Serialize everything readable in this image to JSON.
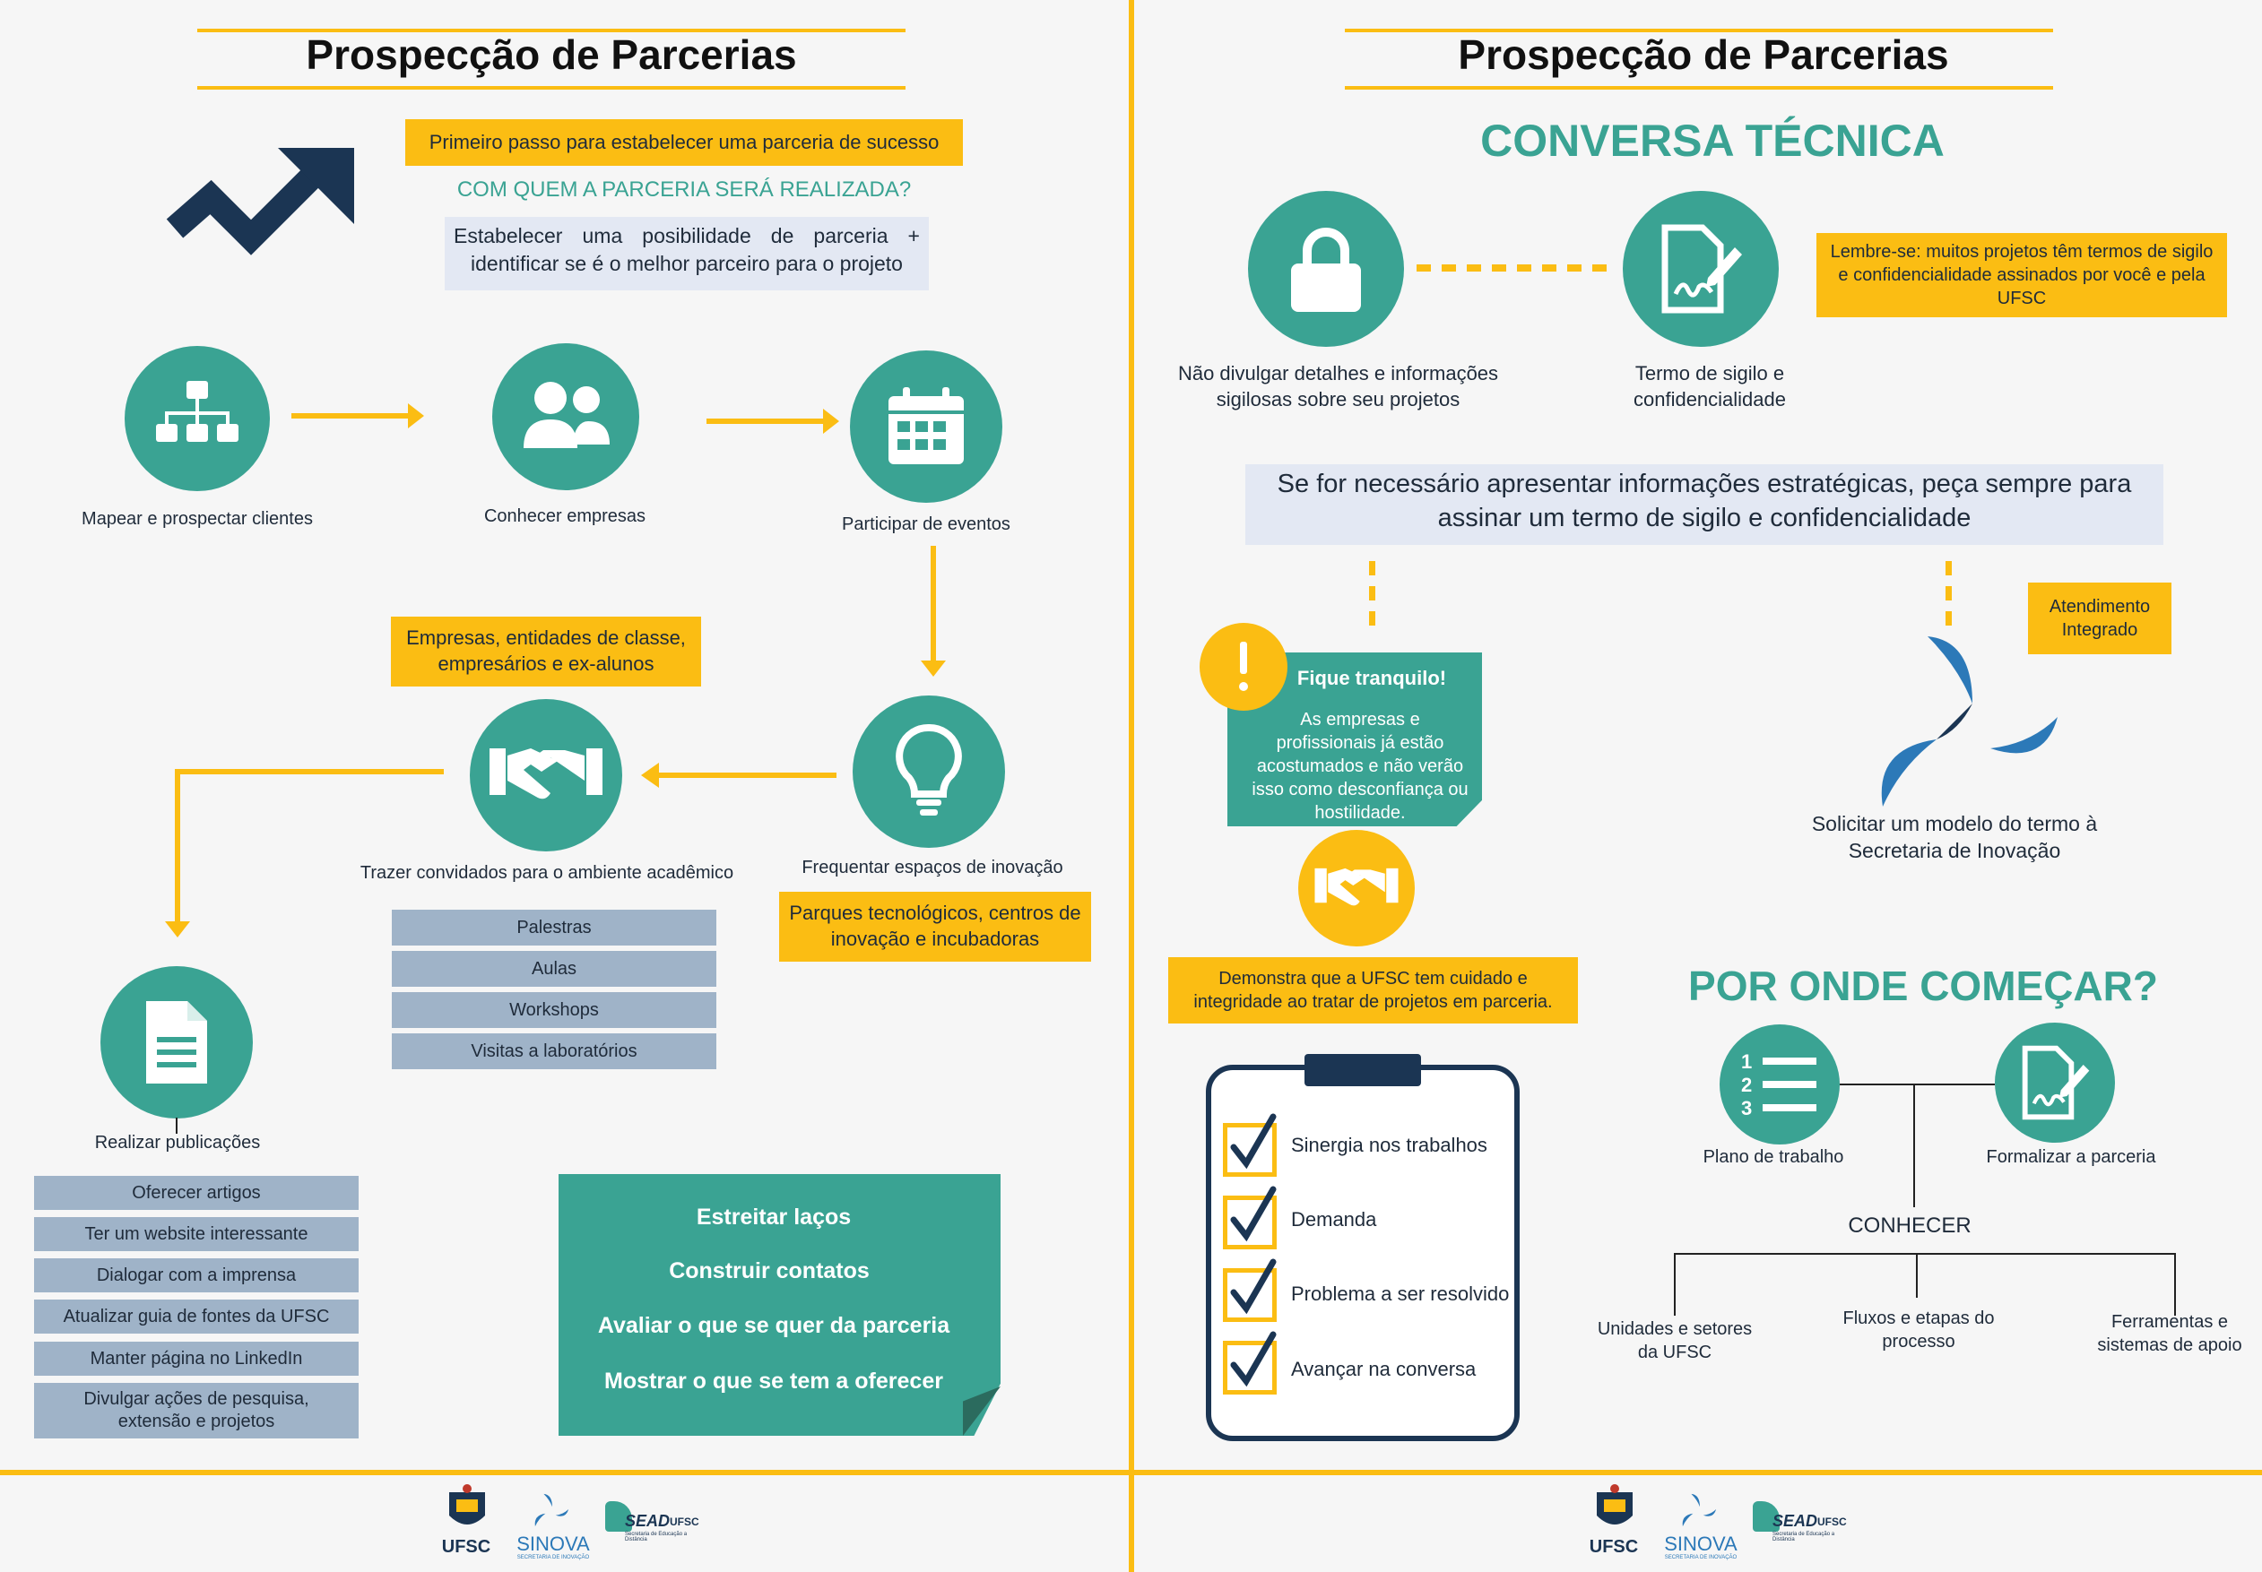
{
  "left": {
    "title": "Prospecção de Parcerias",
    "intro_banner": "Primeiro passo para estabelecer uma parceria de sucesso",
    "question": "COM QUEM A PARCERIA SERÁ REALIZADA?",
    "intro_text": "Estabelecer uma posibilidade de parceria + identificar se é o melhor parceiro para o projeto",
    "steps": {
      "map": "Mapear e prospectar clientes",
      "meet": "Conhecer empresas",
      "events": "Participar de eventos",
      "innovation": "Frequentar espaços de inovação",
      "guests": "Trazer convidados para o ambiente acadêmico",
      "publish": "Realizar publicações"
    },
    "guests_note": "Empresas, entidades de classe, empresários e ex-alunos",
    "innovation_note": "Parques tecnológicos, centros de inovação e incubadoras",
    "guest_items": [
      "Palestras",
      "Aulas",
      "Workshops",
      "Visitas a laboratórios"
    ],
    "publish_items": [
      "Oferecer artigos",
      "Ter um website interessante",
      "Dialogar com a imprensa",
      "Atualizar guia de fontes da UFSC",
      "Manter página no LinkedIn",
      "Divulgar ações de pesquisa, extensão e projetos"
    ],
    "goals": [
      "Estreitar laços",
      "Construir contatos",
      "Avaliar o que se quer da parceria",
      "Mostrar o que se tem a oferecer"
    ]
  },
  "right": {
    "title": "Prospecção de Parcerias",
    "heading": "CONVERSA TÉCNICA",
    "no_disclose": "Não divulgar detalhes e informações sigilosas sobre seu projetos",
    "nda": "Termo de sigilo e confidencialidade",
    "reminder": "Lembre-se: muitos projetos têm termos de sigilo e confidencialidade assinados por você e pela UFSC",
    "strategic": "Se for necessário apresentar informações estratégicas, peça sempre para assinar um termo de sigilo e confidencialidade",
    "calm_title": "Fique tranquilo!",
    "calm_text": "As empresas e profissionais já estão acostumados e não verão isso como desconfiança ou hostilidade.",
    "demonstrates": "Demonstra que a UFSC tem cuidado e integridade ao tratar de projetos em parceria.",
    "atendimento": "Atendimento Integrado",
    "request_model": "Solicitar um modelo do termo à Secretaria de Inovação",
    "checklist": [
      "Sinergia nos trabalhos",
      "Demanda",
      "Problema a ser resolvido",
      "Avançar na conversa"
    ],
    "start_heading": "POR ONDE COMEÇAR?",
    "plan": "Plano de trabalho",
    "formalize": "Formalizar a parceria",
    "know": "CONHECER",
    "know_items": [
      "Unidades e setores da UFSC",
      "Fluxos e etapas do processo",
      "Ferramentas e sistemas de apoio"
    ]
  },
  "footer": {
    "ufsc": "UFSC",
    "sinova": "SINOVA",
    "sinova_sub": "SECRETARIA DE INOVAÇÃO",
    "sead": "SEAD",
    "sead_ufsc": "UFSC",
    "sead_sub": "Secretaria de Educação a Distância"
  },
  "colors": {
    "teal": "#3aa393",
    "yellow": "#fbbd13",
    "navy": "#1b3553",
    "gray_box": "#9fb3c8",
    "light_box": "#e3e8f3"
  }
}
